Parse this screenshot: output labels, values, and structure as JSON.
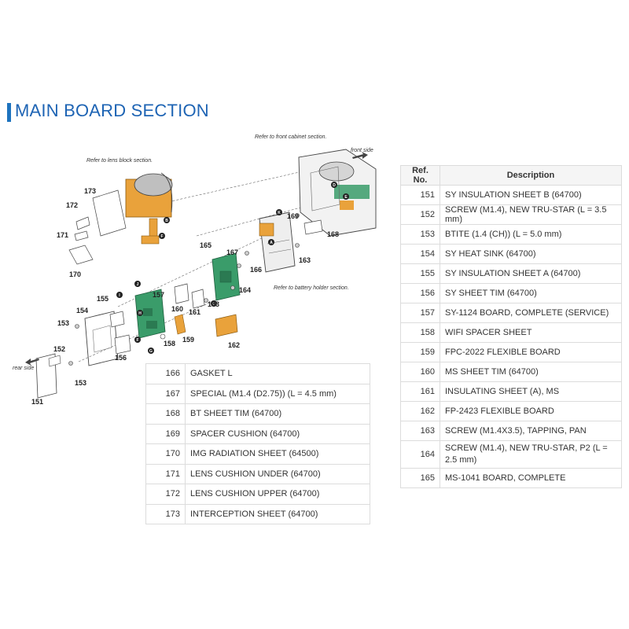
{
  "section_title": "MAIN BOARD SECTION",
  "diagram": {
    "notes": {
      "lens_block": "Refer to lens block section.",
      "front_cabinet": "Refer to front cabinet section.",
      "front_side": "front side",
      "battery_holder": "Refer to battery holder section.",
      "rear_side": "rear side"
    },
    "callouts": [
      "173",
      "172",
      "171",
      "170",
      "165",
      "167",
      "166",
      "164",
      "163",
      "169",
      "168",
      "157",
      "155",
      "154",
      "153",
      "152",
      "151",
      "156",
      "160",
      "161",
      "158",
      "159",
      "162",
      "153"
    ],
    "connector_letters": [
      "A",
      "B",
      "C",
      "D",
      "E",
      "F",
      "G",
      "H",
      "I",
      "J",
      "K"
    ]
  },
  "table_right": {
    "headers": [
      "Ref. No.",
      "Description"
    ],
    "rows": [
      {
        "ref": "151",
        "desc": "SY INSULATION SHEET B (64700)"
      },
      {
        "ref": "152",
        "desc": "SCREW (M1.4), NEW TRU-STAR (L = 3.5 mm)"
      },
      {
        "ref": "153",
        "desc": "BTITE (1.4 (CH)) (L = 5.0 mm)"
      },
      {
        "ref": "154",
        "desc": "SY HEAT SINK (64700)"
      },
      {
        "ref": "155",
        "desc": "SY INSULATION SHEET A (64700)"
      },
      {
        "ref": "156",
        "desc": "SY SHEET TIM (64700)"
      },
      {
        "ref": "157",
        "desc": "SY-1124 BOARD, COMPLETE (SERVICE)"
      },
      {
        "ref": "158",
        "desc": "WIFI SPACER SHEET"
      },
      {
        "ref": "159",
        "desc": "FPC-2022 FLEXIBLE BOARD"
      },
      {
        "ref": "160",
        "desc": "MS SHEET TIM (64700)"
      },
      {
        "ref": "161",
        "desc": "INSULATING SHEET (A), MS"
      },
      {
        "ref": "162",
        "desc": "FP-2423 FLEXIBLE BOARD"
      },
      {
        "ref": "163",
        "desc": "SCREW (M1.4X3.5), TAPPING, PAN"
      },
      {
        "ref": "164",
        "desc": "SCREW (M1.4), NEW TRU-STAR, P2 (L = 2.5 mm)"
      },
      {
        "ref": "165",
        "desc": "MS-1041 BOARD, COMPLETE"
      }
    ]
  },
  "table_left": {
    "rows": [
      {
        "ref": "166",
        "desc": "GASKET L"
      },
      {
        "ref": "167",
        "desc": "SPECIAL (M1.4 (D2.75)) (L = 4.5 mm)"
      },
      {
        "ref": "168",
        "desc": "BT SHEET TIM (64700)"
      },
      {
        "ref": "169",
        "desc": "SPACER CUSHION (64700)"
      },
      {
        "ref": "170",
        "desc": "IMG RADIATION SHEET (64500)"
      },
      {
        "ref": "171",
        "desc": "LENS CUSHION UNDER (64700)"
      },
      {
        "ref": "172",
        "desc": "LENS CUSHION UPPER (64700)"
      },
      {
        "ref": "173",
        "desc": "INTERCEPTION SHEET (64700)"
      }
    ]
  },
  "colors": {
    "title": "#1e64b4",
    "accent_bar": "#1e73be",
    "board_green": "#3a9c6a",
    "part_orange": "#e9a23b"
  }
}
